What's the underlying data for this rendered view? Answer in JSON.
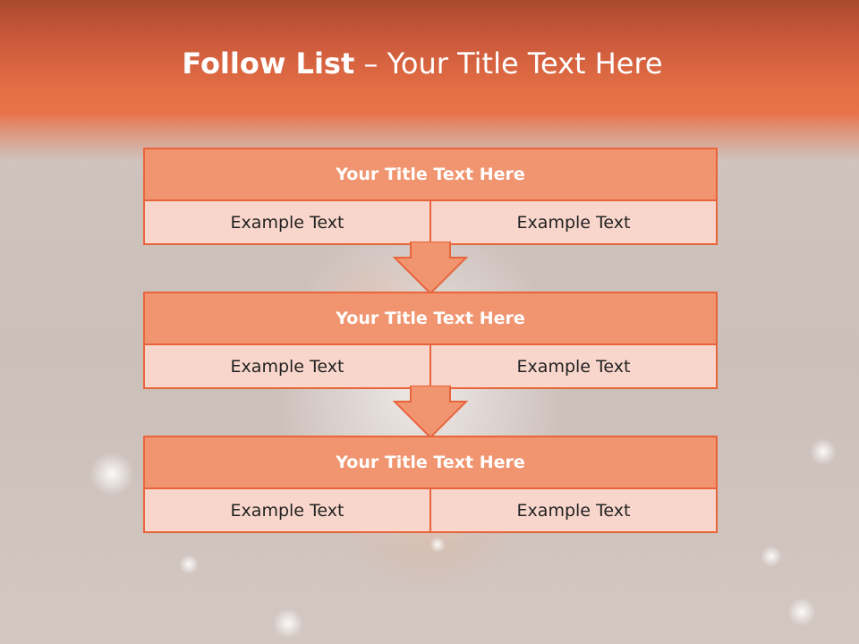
{
  "slide": {
    "title_bold": "Follow List",
    "title_rest": "– Your Title Text Here"
  },
  "steps": [
    {
      "title": "Your Title Text Here",
      "left": "Example Text",
      "right": "Example Text"
    },
    {
      "title": "Your Title Text Here",
      "left": "Example Text",
      "right": "Example Text"
    },
    {
      "title": "Your Title Text Here",
      "left": "Example Text",
      "right": "Example Text"
    }
  ],
  "colors": {
    "accent": "#e8643a",
    "header_fill": "#f19470",
    "cell_fill": "#f9d6cc",
    "title_band": "#e36e45"
  },
  "icons": [
    "down-arrow-icon",
    "down-arrow-icon"
  ]
}
